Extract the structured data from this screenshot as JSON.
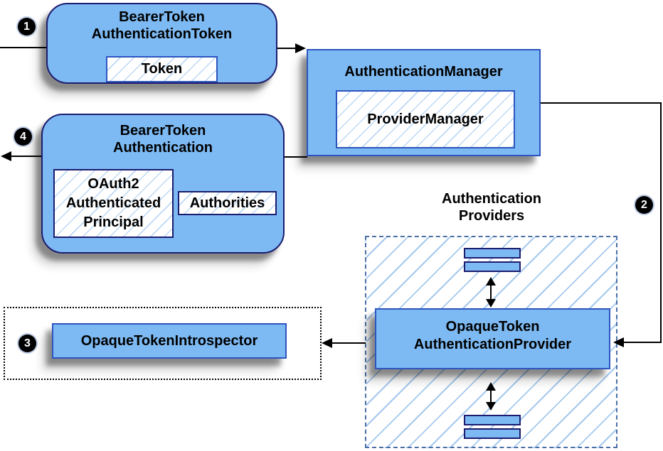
{
  "steps": {
    "s1": "1",
    "s2": "2",
    "s3": "3",
    "s4": "4"
  },
  "nodes": {
    "bearer_token_authentication_token": {
      "title_line1": "BearerToken",
      "title_line2": "AuthenticationToken",
      "token_label": "Token"
    },
    "authentication_manager": {
      "title": "AuthenticationManager",
      "provider_manager_label": "ProviderManager"
    },
    "bearer_token_authentication": {
      "title_line1": "BearerToken",
      "title_line2": "Authentication",
      "principal_line1": "OAuth2",
      "principal_line2": "Authenticated",
      "principal_line3": "Principal",
      "authorities_label": "Authorities"
    },
    "authentication_providers": {
      "label_line1": "Authentication",
      "label_line2": "Providers"
    },
    "opaque_token_authentication_provider": {
      "title_line1": "OpaqueToken",
      "title_line2": "AuthenticationProvider"
    },
    "opaque_token_introspector": {
      "title": "OpaqueTokenIntrospector"
    }
  },
  "colors": {
    "node_fill": "#7DB9F2",
    "navy_border": "#1C1C70",
    "blue_border": "#2D55C0",
    "hatch_line_small": "#BCD8F5",
    "hatch_line_container": "#A5C9EE",
    "dashed_container_border": "#4A6FA5",
    "arrow": "#000000",
    "badge_fill": "#000000",
    "badge_text": "#FFFFFF"
  }
}
